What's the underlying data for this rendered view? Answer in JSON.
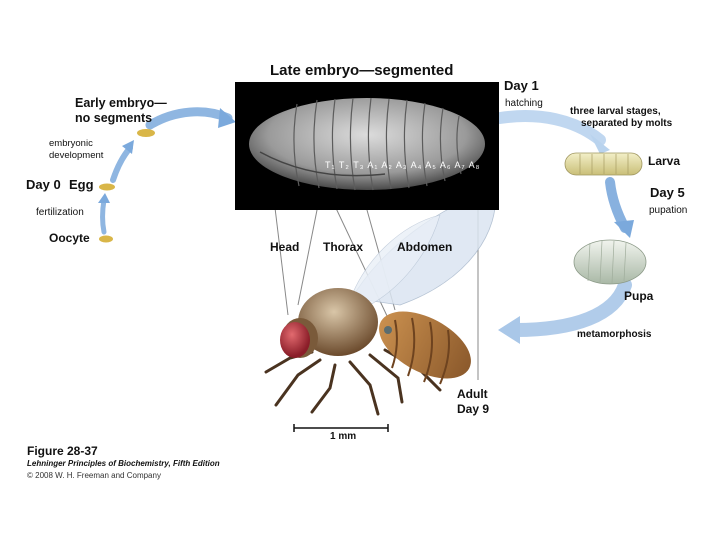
{
  "title": "Late embryo—segmented",
  "labels": {
    "early_embryo": "Early embryo—",
    "no_segments": "no segments",
    "embryonic": "embryonic",
    "development": "development",
    "day0": "Day 0",
    "egg": "Egg",
    "fertilization": "fertilization",
    "oocyte": "Oocyte",
    "day1": "Day 1",
    "hatching": "hatching",
    "three_larval": "three larval stages,",
    "separated": "separated by molts",
    "larva": "Larva",
    "day5": "Day 5",
    "pupation": "pupation",
    "pupa": "Pupa",
    "metamorphosis": "metamorphosis",
    "head": "Head",
    "thorax": "Thorax",
    "abdomen": "Abdomen",
    "adult": "Adult",
    "day9": "Day 9",
    "scale": "1 mm",
    "segments": "T₁ T₂ T₃ A₁ A₂ A₃ A₄ A₅ A₆ A₇ A₈"
  },
  "footer": {
    "figure": "Figure 28-37",
    "book": "Lehninger Principles of Biochemistry, Fifth Edition",
    "copyright": "© 2008 W. H. Freeman and Company"
  },
  "colors": {
    "arrow": "#7ba9dc",
    "egg": "#d9b648",
    "larva": "#e6dfa8",
    "pupa": "#d9e1d4",
    "fly_body": "#b07a40",
    "fly_eye": "#b8303a"
  }
}
